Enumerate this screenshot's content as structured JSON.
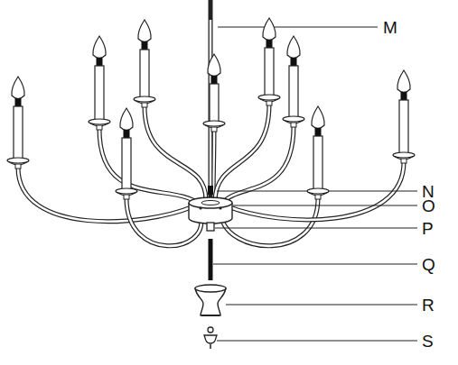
{
  "diagram": {
    "labels": [
      "M",
      "N",
      "O",
      "P",
      "Q",
      "R",
      "S"
    ]
  }
}
